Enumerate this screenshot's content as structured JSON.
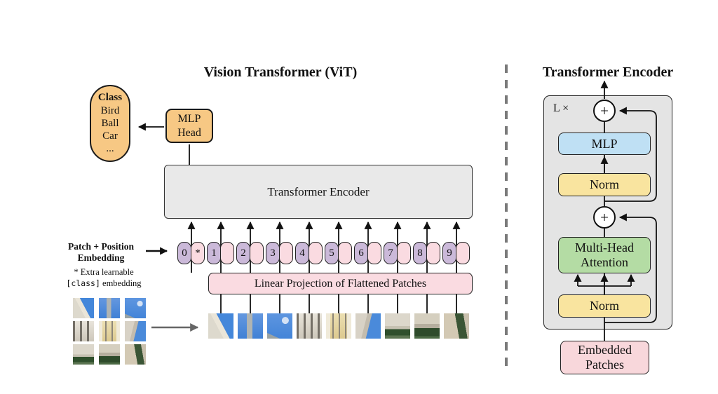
{
  "diagram": {
    "left": {
      "title": "Vision Transformer (ViT)",
      "class_box": {
        "header": "Class",
        "classes": [
          "Bird",
          "Ball",
          "Car",
          "..."
        ]
      },
      "mlp_head_label": "MLP Head",
      "encoder_label": "Transformer Encoder",
      "patch_position_label": "Patch + Position Embedding",
      "note_line1": "* Extra learnable",
      "note_class_token": "[class]",
      "note_line2_rest": " embedding",
      "linear_projection_label": "Linear Projection of Flattened Patches",
      "class_token_mark": "*",
      "tokens": [
        "0",
        "1",
        "2",
        "3",
        "4",
        "5",
        "6",
        "7",
        "8",
        "9"
      ],
      "patch_icons": [
        "patch-building-corner-icon",
        "patch-sky-tower-icon",
        "patch-sky-icon",
        "patch-facade-windows-icon",
        "patch-facade-yellow-icon",
        "patch-dome-sky-icon",
        "patch-facade-hedge-icon",
        "patch-wall-hedge-icon",
        "patch-path-tree-icon"
      ]
    },
    "right": {
      "title": "Transformer Encoder",
      "repeat_label": "L ×",
      "plus_label": "+",
      "mlp_label": "MLP",
      "norm_top_label": "Norm",
      "attention_label": "Multi-Head Attention",
      "norm_bottom_label": "Norm",
      "embedded_label": "Embedded Patches"
    },
    "colors": {
      "orange": "#f7c884",
      "purple": "#cbb9d9",
      "pink": "#fadbe1",
      "pink_dark": "#f8d7db",
      "gray_box": "#e9e9e9",
      "panel_gray": "#e4e4e4",
      "blue": "#bfe0f4",
      "yellow": "#f9e49f",
      "green": "#b4dca4"
    }
  }
}
